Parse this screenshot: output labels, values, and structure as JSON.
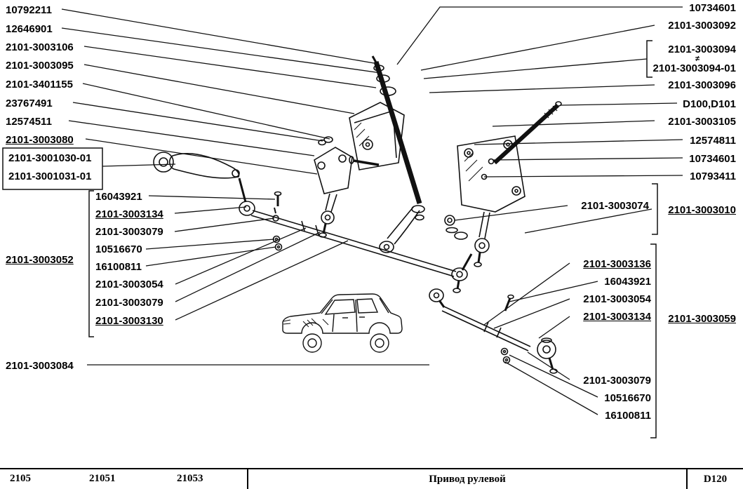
{
  "labels": {
    "left_column": [
      "10792211",
      "12646901",
      "2101-3003106",
      "2101-3003095",
      "2101-3401155",
      "23767491",
      "12574511",
      "2101-3003080"
    ],
    "left_boxed": [
      "2101-3001030-01",
      "2101-3001031-01"
    ],
    "left_group": {
      "label": "2101-3003052",
      "items": [
        "16043921",
        "2101-3003134",
        "2101-3003079",
        "10516670",
        "16100811",
        "2101-3003054",
        "2101-3003079",
        "2101-3003130"
      ]
    },
    "bottom_left": "2101-3003084",
    "right_column": [
      "10734601",
      "2101-3003092",
      "2101-3003094",
      "2101-3003094-01",
      "2101-3003096",
      "D100,D101",
      "2101-3003105",
      "12574811",
      "10734601",
      "10793411"
    ],
    "right_mid": "2101-3003074",
    "right_mid_group_label": "2101-3003010",
    "right_group": {
      "label": "2101-3003059",
      "items": [
        "2101-3003136",
        "16043921",
        "2101-3003054",
        "2101-3003134",
        "2101-3003079",
        "10516670",
        "16100811"
      ]
    },
    "variant_mark": "≠"
  },
  "footer": {
    "models": [
      "2105",
      "21051",
      "21053"
    ],
    "title": "Привод рулевой",
    "code": "D120"
  }
}
